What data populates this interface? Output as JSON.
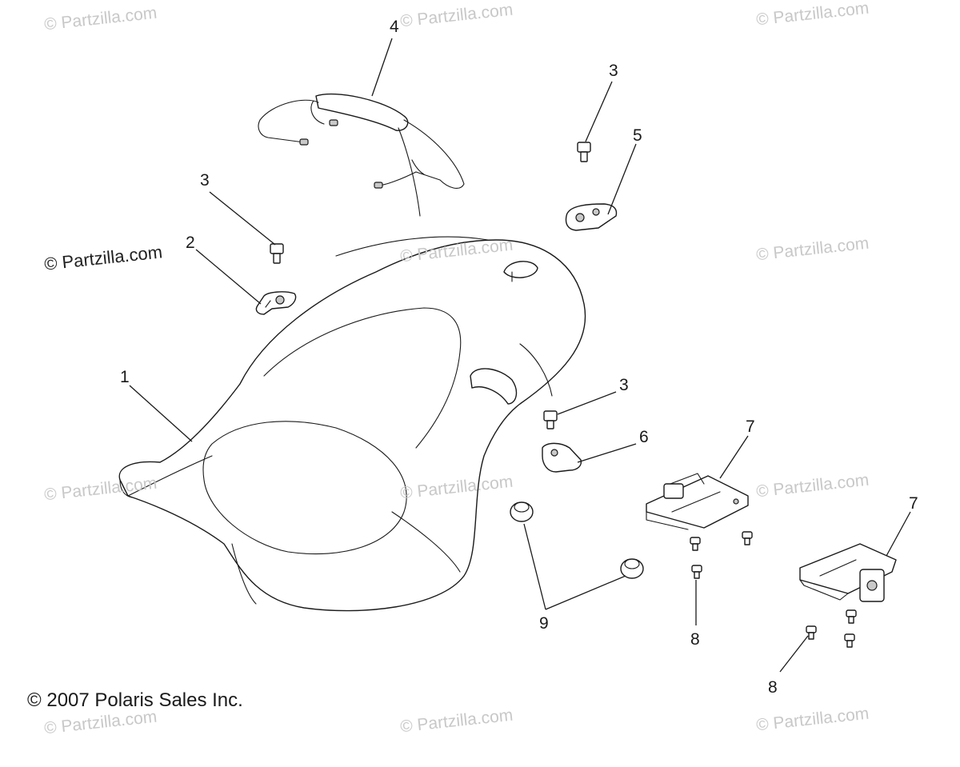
{
  "diagram": {
    "watermark_text": "© Partzilla.com",
    "copyright_text": "© 2007 Polaris Sales Inc.",
    "callouts": {
      "seat": "1",
      "latch_left": "2",
      "bolt_left": "3",
      "bolt_top_right": "3",
      "bolt_mid_right": "3",
      "grab_strap": "4",
      "latch_top_right": "5",
      "latch_mid_right": "6",
      "bracket_center": "7",
      "bracket_right": "7",
      "screw_center": "8",
      "screw_right": "8",
      "bumper": "9"
    },
    "colors": {
      "line": "#1a1a1a",
      "watermark": "#c8c8c8"
    }
  }
}
